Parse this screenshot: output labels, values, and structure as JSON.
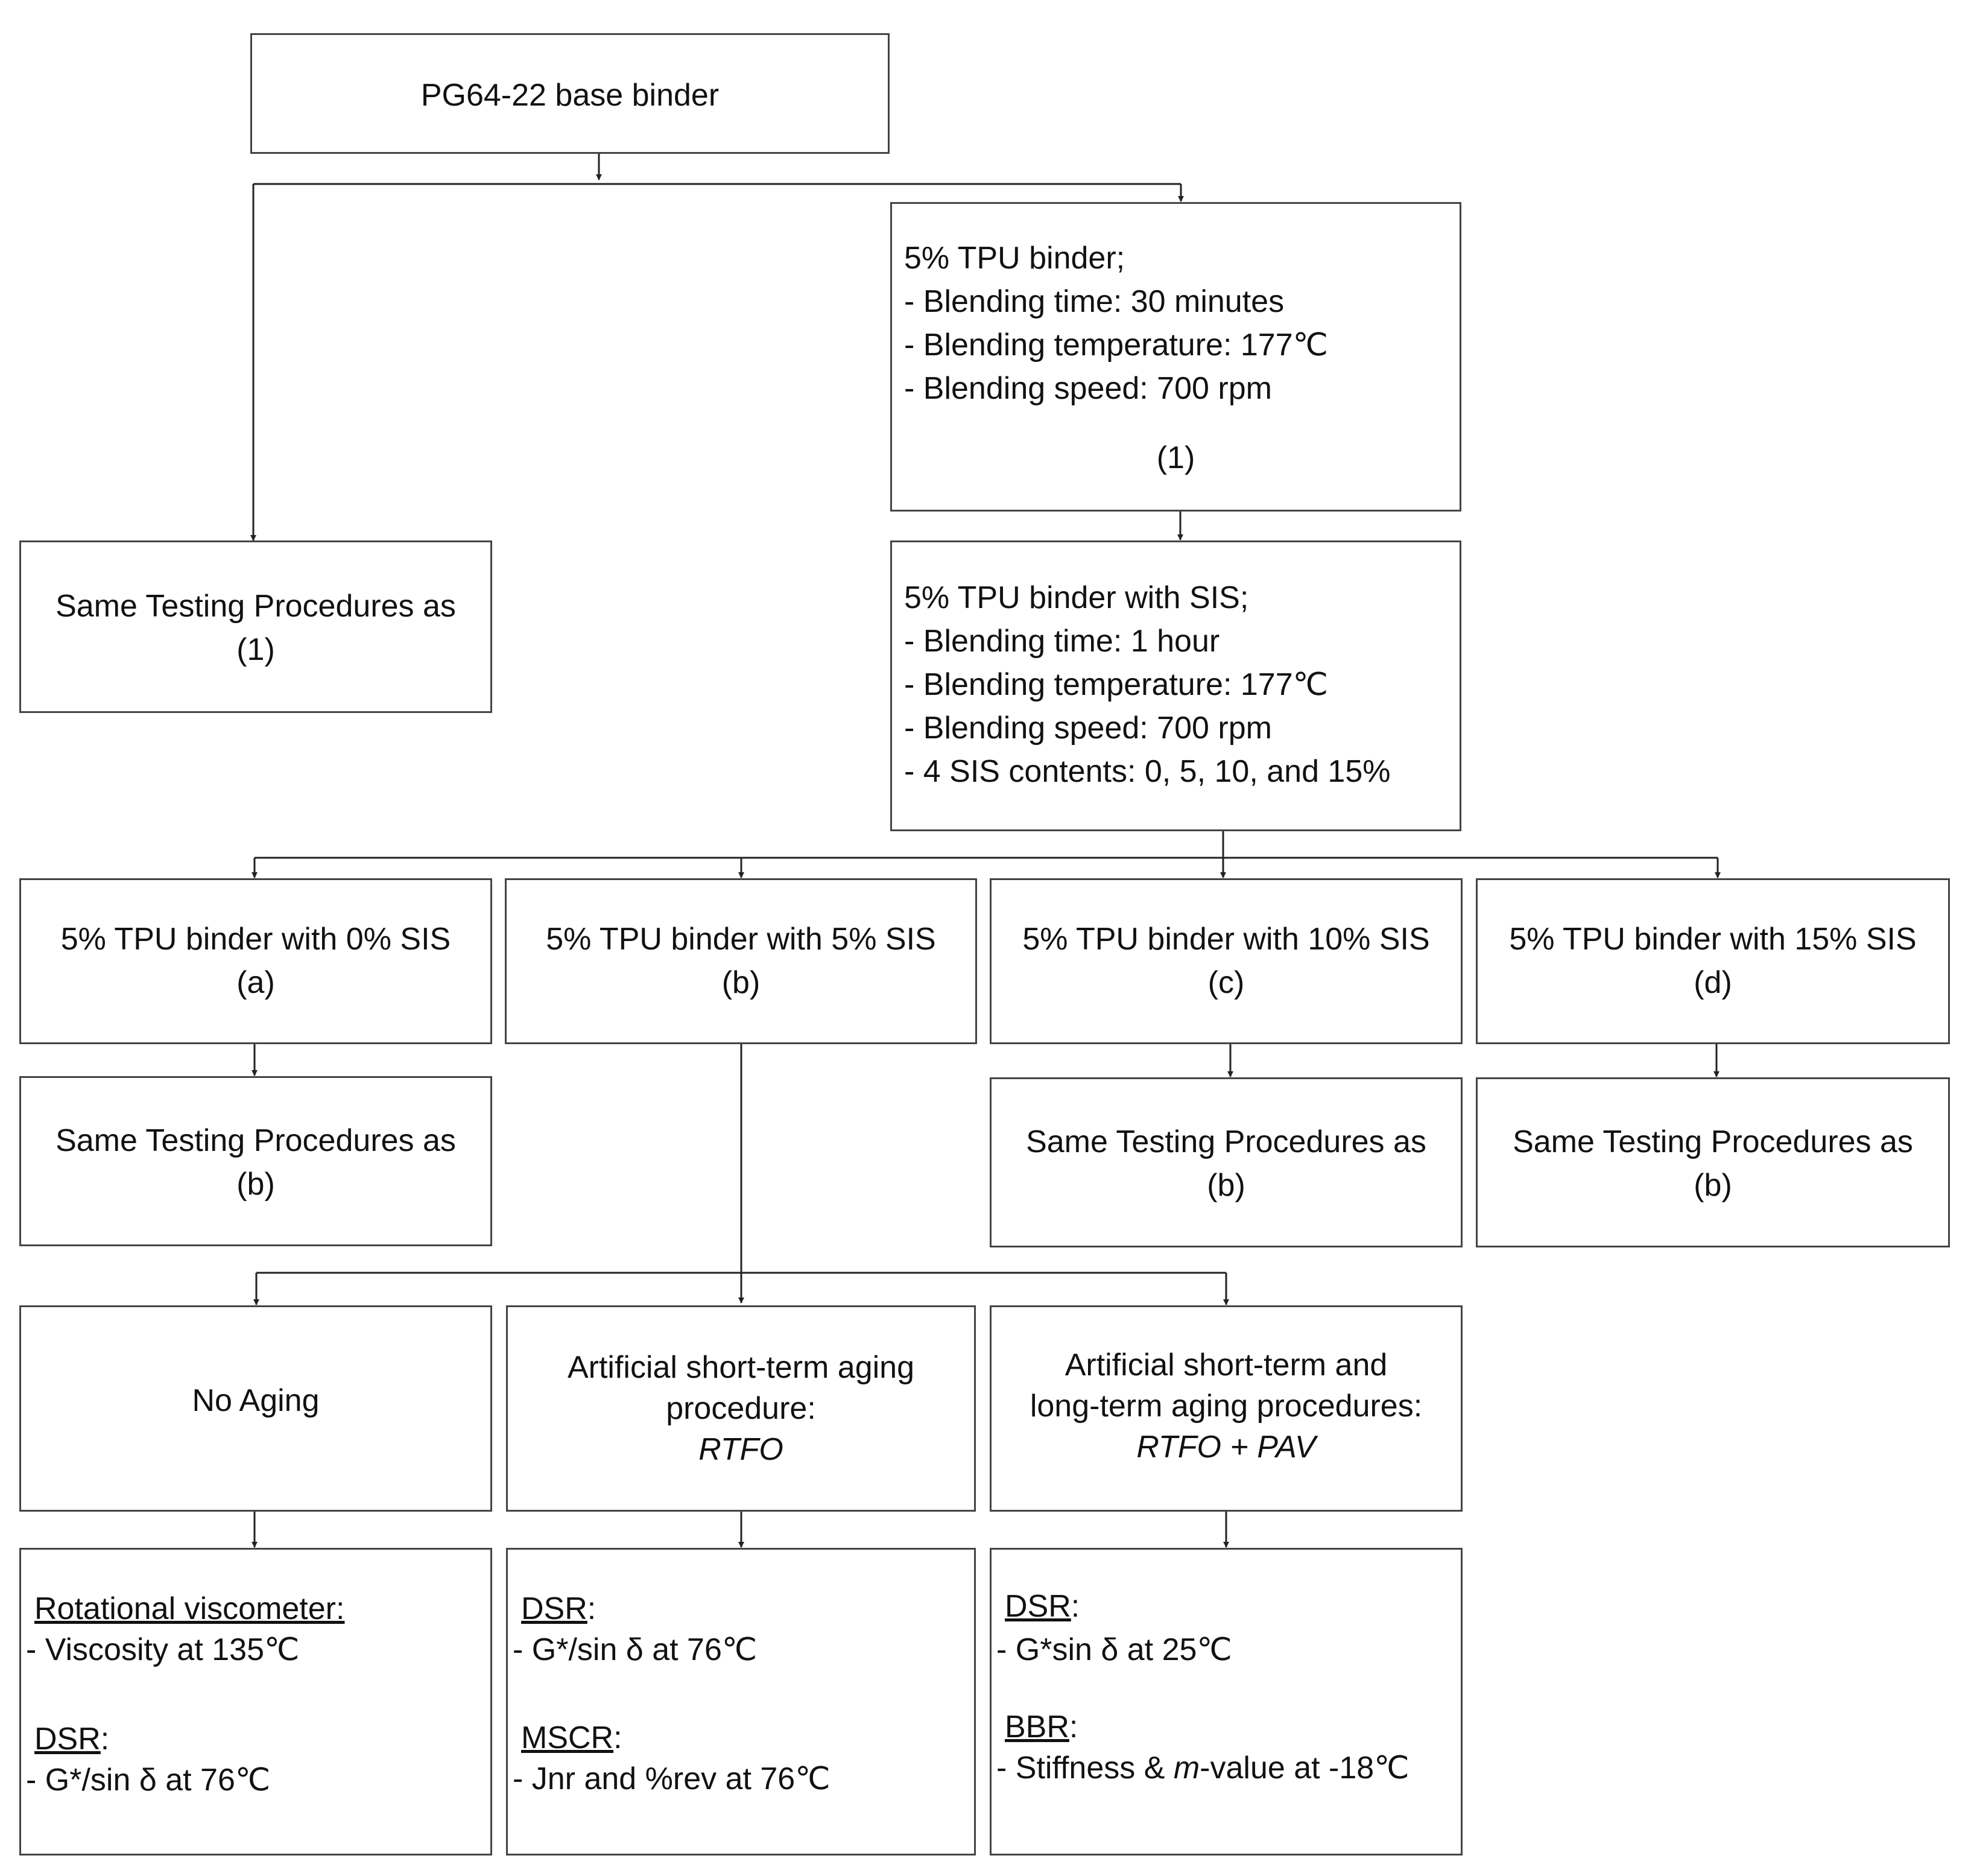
{
  "base": {
    "title": "PG64-22 base binder"
  },
  "tpu": {
    "title": "5% TPU binder;",
    "lines": [
      "- Blending time: 30 minutes",
      "- Blending temperature: 177℃",
      "- Blending speed: 700 rpm"
    ],
    "tag": "(1)"
  },
  "same1": {
    "line1": "Same Testing Procedures as",
    "line2": "(1)"
  },
  "sis": {
    "title": "5% TPU binder with SIS;",
    "lines": [
      "- Blending time: 1 hour",
      "- Blending temperature: 177℃",
      "- Blending speed: 700 rpm",
      "- 4 SIS contents: 0, 5, 10, and 15%"
    ]
  },
  "variants": [
    {
      "name": "5% TPU binder with 0% SIS",
      "tag": "(a)"
    },
    {
      "name": "5% TPU binder with 5% SIS",
      "tag": "(b)"
    },
    {
      "name": "5% TPU binder with 10% SIS",
      "tag": "(c)"
    },
    {
      "name": "5% TPU binder with 15% SIS",
      "tag": "(d)"
    }
  ],
  "same_b": {
    "line1": "Same Testing Procedures as",
    "line2": "(b)"
  },
  "aging": {
    "none": "No Aging",
    "short": {
      "line1": "Artificial short-term aging",
      "line2": "procedure:",
      "line3": "RTFO"
    },
    "long": {
      "line1": "Artificial short-term and",
      "line2": "long-term aging procedures:",
      "line3": "RTFO + PAV"
    }
  },
  "tests": {
    "none": {
      "h1": "Rotational viscometer:",
      "l1": "- Viscosity at 135℃",
      "h2": "DSR",
      "h2suffix": ":",
      "l2": "- G*/sin δ at 76℃"
    },
    "short": {
      "h1": "DSR",
      "h1suffix": ":",
      "l1": "- G*/sin δ at 76℃",
      "h2": "MSCR",
      "h2suffix": ":",
      "l2": "- Jnr and %rev at 76℃"
    },
    "long": {
      "h1": "DSR",
      "h1suffix": ":",
      "l1": "- G*sin δ at 25℃",
      "h2": "BBR",
      "h2suffix": ":",
      "l2a": "- Stiffness & ",
      "l2m": "m",
      "l2b": "-value at -18℃"
    }
  }
}
